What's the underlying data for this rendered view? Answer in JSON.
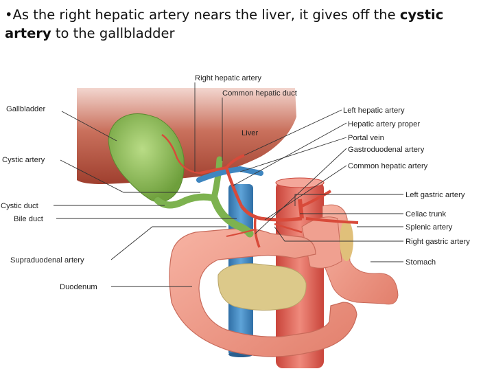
{
  "slide": {
    "bullet": "•",
    "text_before": "As the right hepatic artery nears the liver, it gives off the ",
    "text_bold": "cystic artery",
    "text_after": " to the gallbladder"
  },
  "figure": {
    "labels": {
      "right_hepatic_artery": "Right hepatic artery",
      "common_hepatic_duct": "Common hepatic duct",
      "gallbladder": "Gallbladder",
      "liver": "Liver",
      "left_hepatic_artery": "Left hepatic artery",
      "hepatic_artery_proper": "Hepatic artery proper",
      "portal_vein": "Portal vein",
      "gastroduodenal_artery": "Gastroduodenal artery",
      "cystic_artery": "Cystic artery",
      "common_hepatic_artery": "Common hepatic artery",
      "left_gastric_artery": "Left gastric artery",
      "cystic_duct": "Cystic duct",
      "bile_duct": "Bile duct",
      "celiac_trunk": "Celiac trunk",
      "splenic_artery": "Splenic artery",
      "right_gastric_artery": "Right gastric artery",
      "supraduodenal_artery": "Supraduodenal artery",
      "stomach": "Stomach",
      "duodenum": "Duodenum"
    },
    "colors": {
      "liver": "#b5523d",
      "gallbladder": "#8fbf5a",
      "artery": "#d84a3a",
      "vein": "#3f86c0",
      "duct": "#7db24f",
      "gut": "#ef9a88",
      "pancreas": "#dcc98a"
    }
  }
}
